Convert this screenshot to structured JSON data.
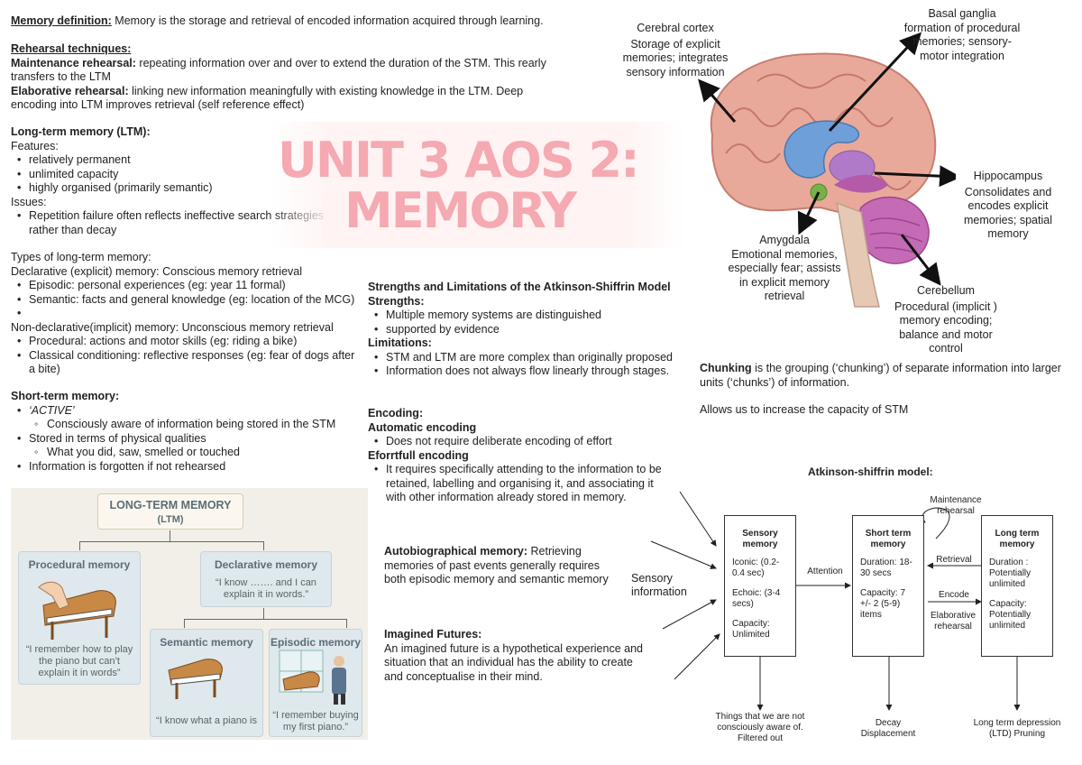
{
  "memory_definition": {
    "label": "Memory definition:",
    "text": " Memory is the storage and retrieval of encoded information acquired through learning."
  },
  "rehearsal": {
    "heading": "Rehearsal techniques: ",
    "maintenance_label": "Maintenance rehearsal:",
    "maintenance_text": " repeating information over and over to extend the duration of the STM. This rearly transfers to the LTM",
    "elaborative_label": "Elaborative rehearsal:",
    "elaborative_text": " linking new information meaningfully with existing knowledge in the LTM. Deep encoding into LTM improves retrieval (self reference effect)"
  },
  "ltm": {
    "heading": "Long-term memory (LTM):",
    "features_label": "Features:",
    "features": [
      "relatively permanent",
      "unlimited capacity",
      "highly organised (primarily semantic)"
    ],
    "issues_label": "Issues:",
    "issues": [
      "Repetition failure often reflects ineffective search strategies rather than decay"
    ]
  },
  "types": {
    "heading": "Types of long-term memory:",
    "declarative": "Declarative (explicit) memory: Conscious memory retrieval",
    "declarative_items": [
      "Episodic: personal experiences (eg: year 11 formal)",
      "Semantic: facts and general knowledge (eg: location of the MCG)",
      ""
    ],
    "nondeclarative": "Non-declarative(implicit) memory: Unconscious memory retrieval",
    "nondeclarative_items": [
      "Procedural: actions and motor skills (eg: riding a bike)",
      "Classical conditioning: reflective responses (eg: fear of dogs after a bite)"
    ]
  },
  "stm": {
    "heading": "Short-term memory:",
    "item1": "‘ACTIVE’",
    "item1_sub": "Consciously aware of information being stored in the STM",
    "item2": "Stored in terms of physical qualities",
    "item2_sub": "What you did, saw, smelled or touched",
    "item3": "Information is forgotten if not rehearsed"
  },
  "title": {
    "line1": "UNIT 3 AOS 2:",
    "line2": "MEMORY"
  },
  "strengths": {
    "heading": "Strengths and Limitations of the Atkinson-Shiffrin Model",
    "strengths_label": "Strengths:",
    "strengths": [
      "Multiple memory systems are distinguished",
      "supported by evidence"
    ],
    "limitations_label": "Limitations:",
    "limitations": [
      "STM and LTM are more complex than originally proposed",
      "Information does not always flow linearly through stages."
    ]
  },
  "encoding": {
    "heading": "Encoding:",
    "automatic_label": "Automatic encoding",
    "automatic": [
      "Does not require deliberate encoding of effort"
    ],
    "effortful_label": "Eforrtfull encoding",
    "effortful": [
      "It requires specifically attending to the information to be retained, labelling and organising it, and associating it with other information already stored in memory."
    ]
  },
  "autobiographical": {
    "label": "Autobiographical memory:",
    "text": " Retrieving memories of past events generally requires both episodic memory and semantic memory"
  },
  "imagined": {
    "heading": "Imagined Futures:",
    "text": "An imagined future is a hypothetical experience and situation that an individual has the ability to create and conceptualise in their mind."
  },
  "brain": {
    "cortex_title": "Cerebral cortex",
    "cortex_desc": "Storage of explicit memories; integrates sensory information",
    "basal_title": "Basal ganglia",
    "basal_desc": "formation of procedural memories; sensory-motor integration",
    "hippo_title": "Hippocampus",
    "hippo_desc": "Consolidates and encodes explicit memories; spatial memory",
    "amygdala_title": "Amygdala",
    "amygdala_desc": "Emotional memories, especially fear; assists in explicit memory retrieval",
    "cerebellum_title": "Cerebellum",
    "cerebellum_desc": "Procedural (implicit ) memory encoding; balance and motor control"
  },
  "chunking": {
    "label": "Chunking",
    "text": " is the grouping (‘chunking’) of separate information into larger units (‘chunks’) of information.",
    "text2": "Allows us to increase the capacity of STM"
  },
  "ltm_diagram": {
    "root_title": "LONG-TERM MEMORY",
    "root_sub": "(LTM)",
    "procedural_title": "Procedural memory",
    "procedural_quote": "“I remember how to play the piano but can’t explain it in words”",
    "declarative_title": "Declarative memory",
    "declarative_quote": "“I know ……. and I can explain it in words.”",
    "semantic_title": "Semantic memory",
    "semantic_quote": "“I know what a piano is",
    "episodic_title": "Episodic memory",
    "episodic_quote": "“I remember buying my first piano.”"
  },
  "atkinson": {
    "title": "Atkinson-shiffrin model:",
    "sensory_info": "Sensory information",
    "sensory_title": "Sensory memory",
    "sensory_iconic": "Iconic: (0.2-0.4 sec)",
    "sensory_echoic": "Echoic: (3-4 secs)",
    "sensory_capacity": "Capacity: Unlimited",
    "attention": "Attention",
    "stm_title": "Short term memory",
    "stm_duration": "Duration: 18-30 secs",
    "stm_capacity": "Capacity: 7 +/- 2 (5-9) items",
    "maintenance": "Maintenance rehearsal",
    "retrieval": "Retrieval",
    "encode": "Encode",
    "elaborative": "Elaborative rehearsal",
    "ltm_title": "Long term memory",
    "ltm_duration": "Duration : Potentially unlimited",
    "ltm_capacity": "Capacity: Potentially unlimited",
    "sensory_out": "Things that we are not consciously aware of. Filtered out",
    "stm_out": "Decay Displacement",
    "ltm_out": "Long term depression (LTD) Pruning"
  },
  "colors": {
    "title_pink": "#f5a9b1",
    "ltm_box": "#dfe8ec",
    "brain_pink": "#e9a99a"
  }
}
